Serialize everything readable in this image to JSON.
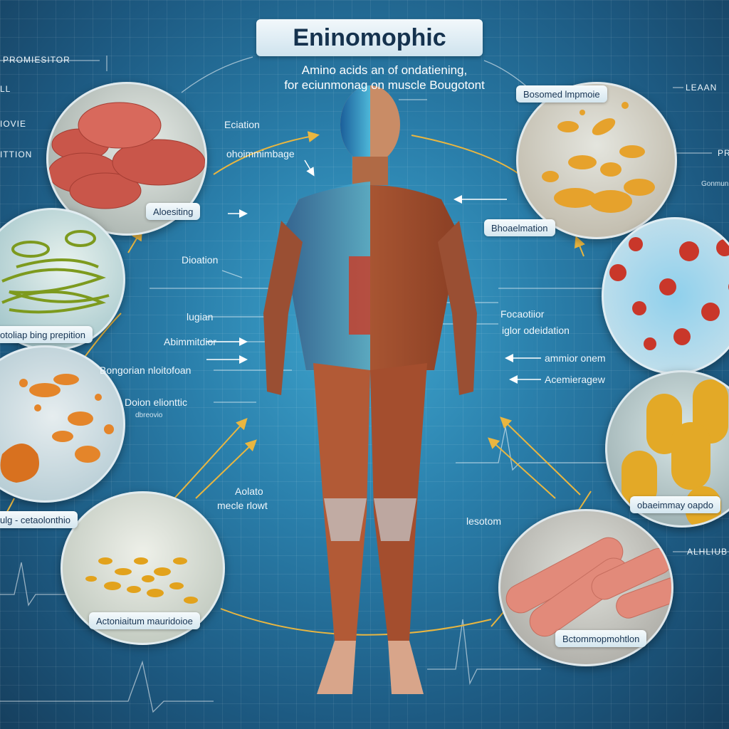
{
  "title": "Eninomophic",
  "subtitle": [
    "Amino acids an of ondatiening,",
    "for eciunmonag on muscle Bougotont"
  ],
  "colors": {
    "background": "#2a7fab",
    "arrow": "#e9b640",
    "muscle": "#b8603c",
    "label_text": "#173453"
  },
  "pills": [
    {
      "text": "Aloesiting"
    },
    {
      "text": "otoliap bing prepition"
    },
    {
      "text": "ulg - cetaolonthio"
    },
    {
      "text": "Actoniaitum mauridoioe"
    },
    {
      "text": "Bosomed lmpmoie"
    },
    {
      "text": "Bhoaelmation"
    },
    {
      "text": "obaeimmay oapdo"
    },
    {
      "text": "Bctommopmohtlon"
    }
  ],
  "labels": {
    "eciation": "Eciation",
    "ohoimmimbage": "ohoimmimbage",
    "dioation": "Dioation",
    "lugian": "lugian",
    "abimmitdior": "Abimmitdior",
    "bongorian": "Bongorian nloitofoan",
    "doion": "Doion elionttic",
    "dbreovio": "dbreovio",
    "aolato": "Aolato",
    "mecle": "mecle rlowt",
    "focaotiior": "Focaotiior",
    "iglor": "iglor odeidation",
    "ammior": "ammior onem",
    "acemieragew": "Acemieragew",
    "lesotom": "lesotom",
    "alhliub": "ALHLIUB",
    "promiesitor": "PROMIESITOR",
    "ll": "LL",
    "iovie": "IOVIE",
    "ittion": "ITTION",
    "leaan": "LEAAN",
    "pr": "PR",
    "gonmunitge": "Gonmunitge"
  },
  "icons": [
    "meat-patties",
    "green-coils",
    "orange-particles",
    "yellow-granules",
    "golden-bacteria",
    "red-cells",
    "yellow-capsules",
    "sausage-rods",
    "human-anatomy-figure"
  ]
}
